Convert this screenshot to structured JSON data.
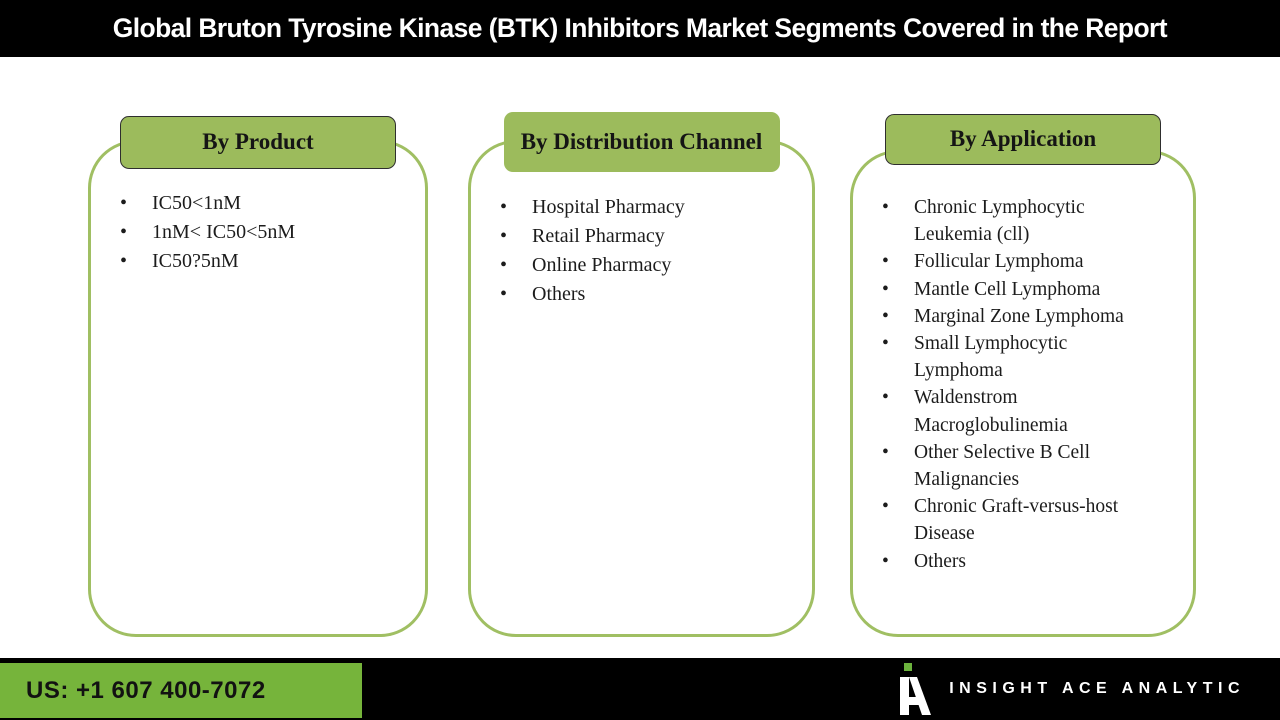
{
  "title": "Global Bruton Tyrosine Kinase (BTK) Inhibitors Market Segments Covered in the Report",
  "panels": [
    {
      "header": "By Product",
      "items": [
        "IC50<1nM",
        "1nM< IC50<5nM",
        "IC50?5nM"
      ]
    },
    {
      "header": "By Distribution Channel",
      "items": [
        "Hospital Pharmacy",
        "Retail Pharmacy",
        "Online Pharmacy",
        "Others"
      ]
    },
    {
      "header": "By Application",
      "items": [
        "Chronic Lymphocytic Leukemia (cll)",
        "Follicular Lymphoma",
        "Mantle Cell Lymphoma",
        "Marginal Zone Lymphoma",
        "Small Lymphocytic Lymphoma",
        "Waldenstrom Macroglobulinemia",
        "Other Selective B Cell Malignancies",
        "Chronic Graft-versus-host Disease",
        "Others"
      ]
    }
  ],
  "footer": {
    "phone": "US: +1 607 400-7072",
    "brand": "INSIGHT ACE ANALYTIC",
    "logo_icon": "insight-ace-logo"
  },
  "colors": {
    "header_box_green": "#9CBB5C",
    "panel_border_green": "#A0BF63",
    "footer_green": "#76B43B",
    "logo_dot_green": "#6CB33D",
    "bar_black": "#000000",
    "title_text": "#ffffff"
  }
}
